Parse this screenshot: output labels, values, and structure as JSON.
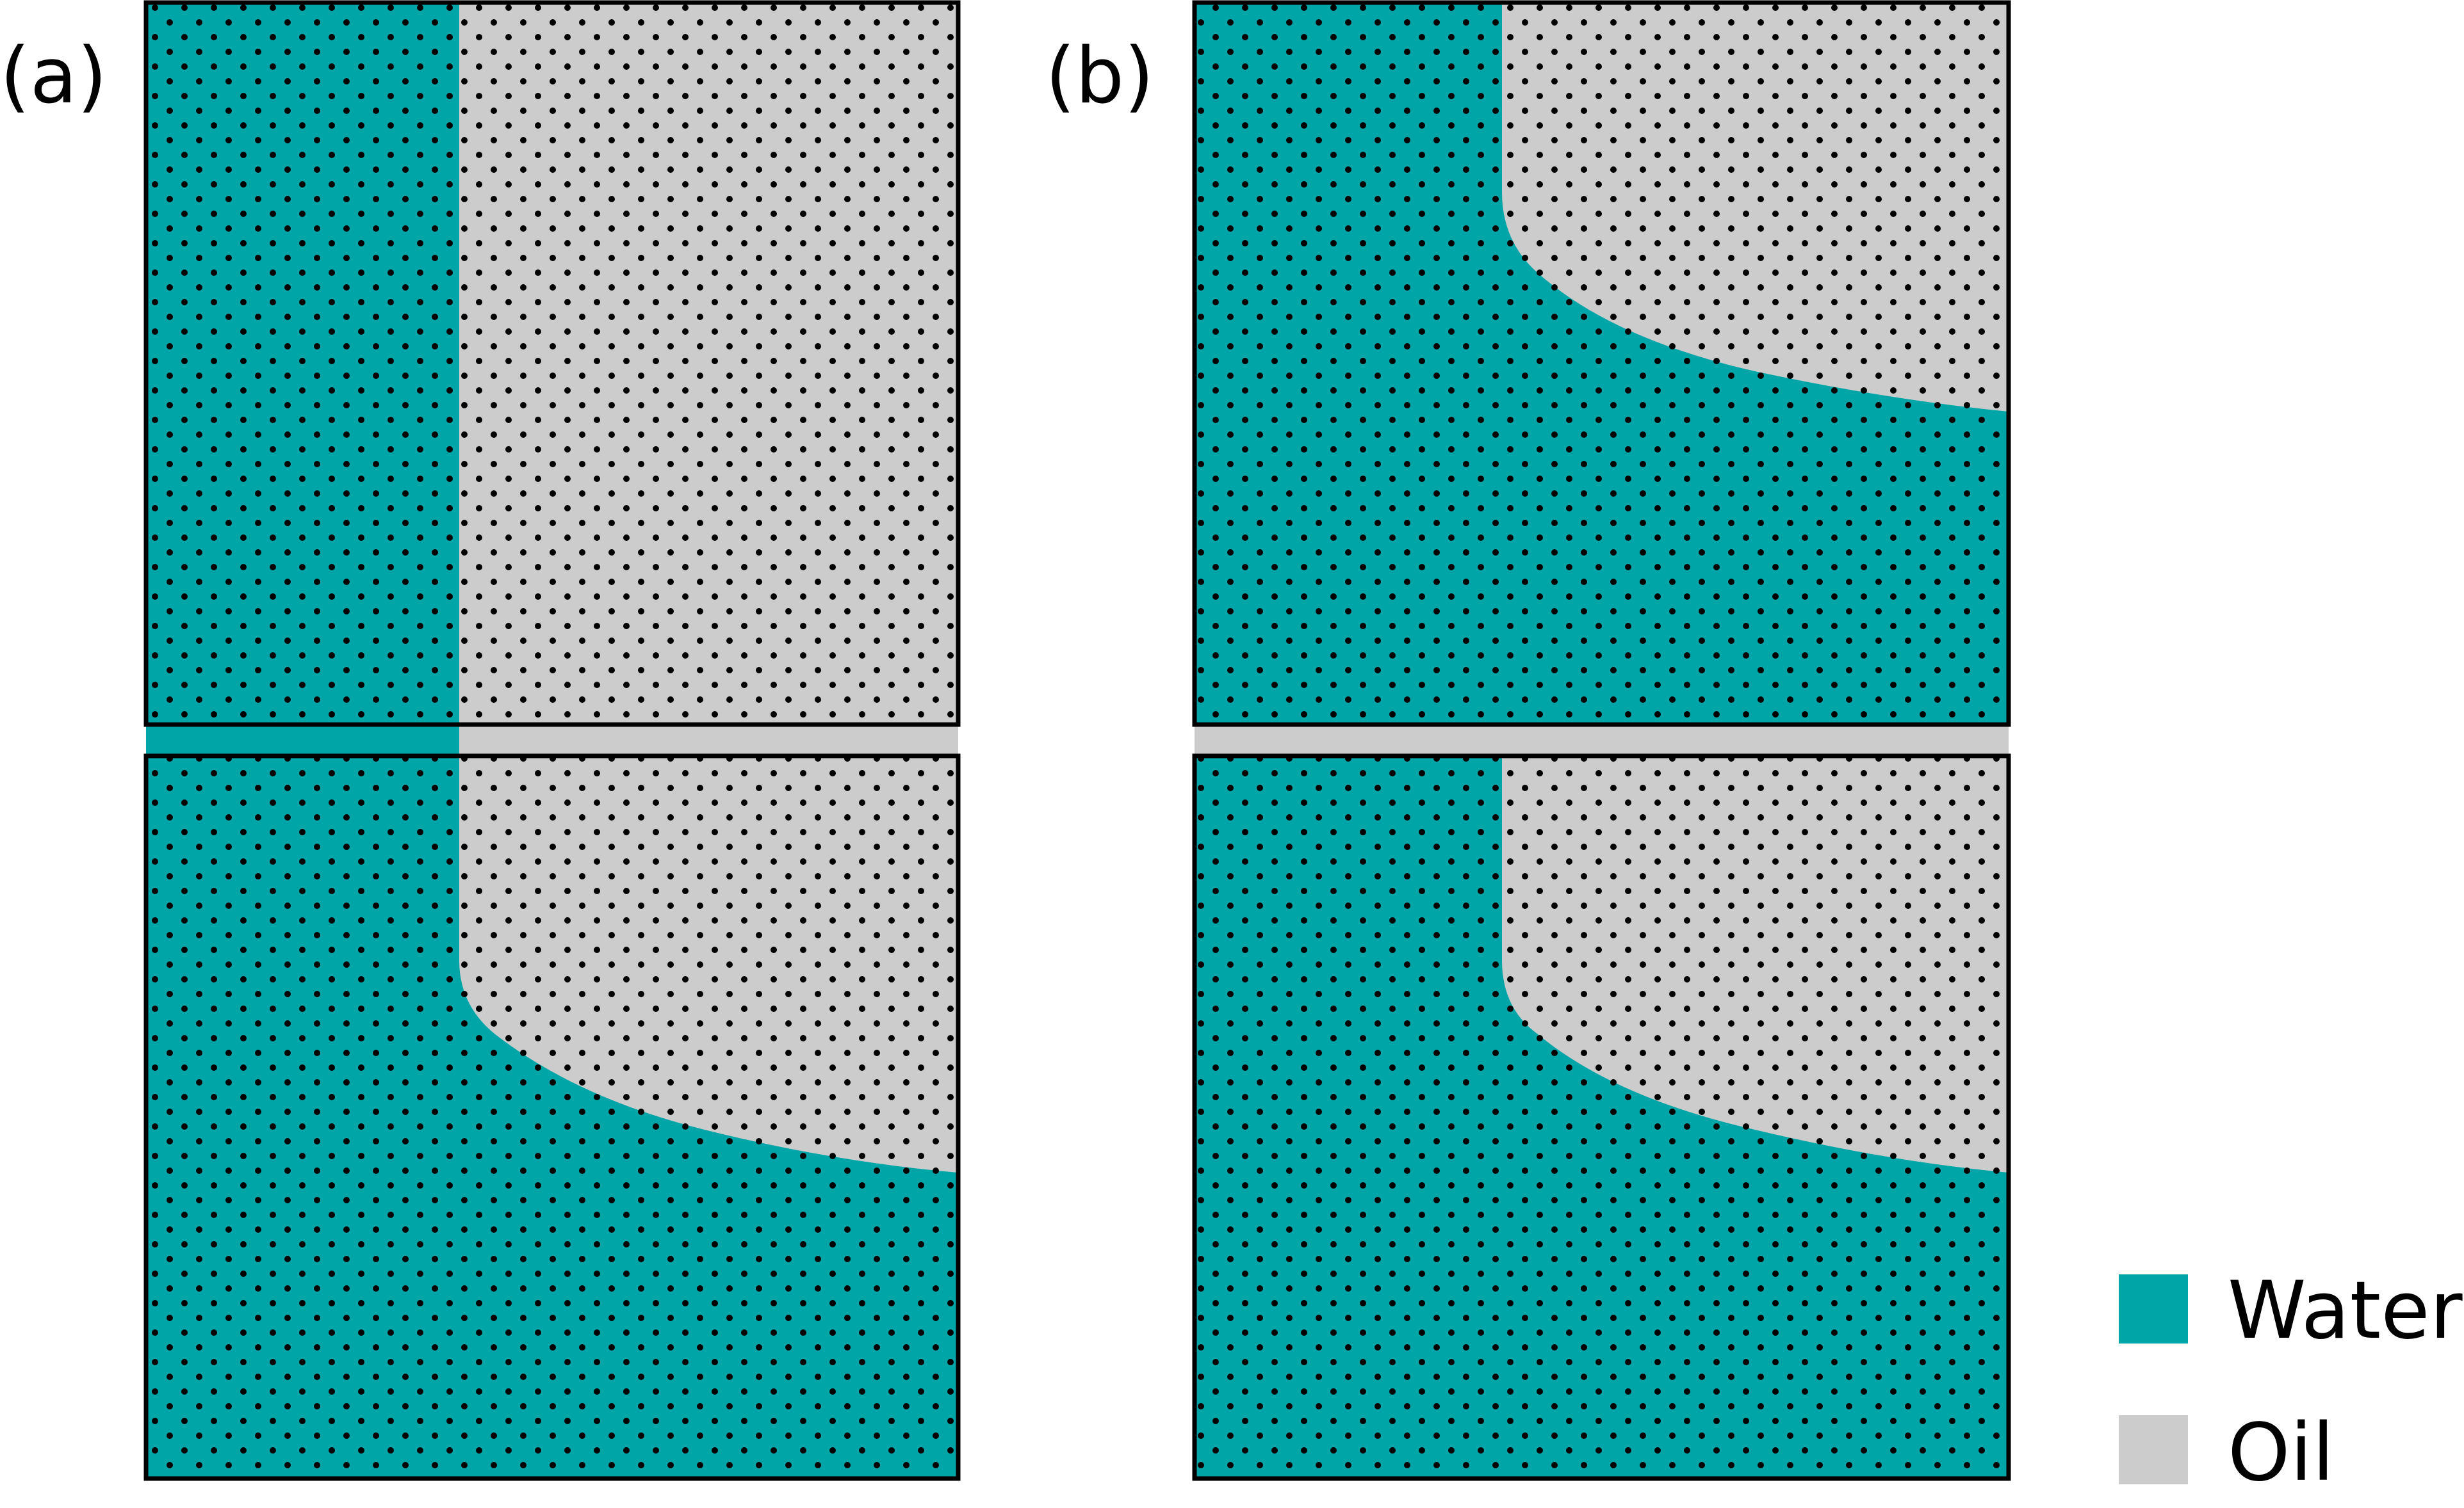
{
  "panels": [
    {
      "label": "(a)"
    },
    {
      "label": "(b)"
    }
  ],
  "legend": {
    "items": [
      {
        "label": "Water",
        "color": "#00a5a8"
      },
      {
        "label": "Oil",
        "color": "#cccccc"
      }
    ]
  },
  "colors": {
    "water": "#00a5a8",
    "oil": "#cccccc",
    "dot": "#000000",
    "frame": "#000000"
  }
}
